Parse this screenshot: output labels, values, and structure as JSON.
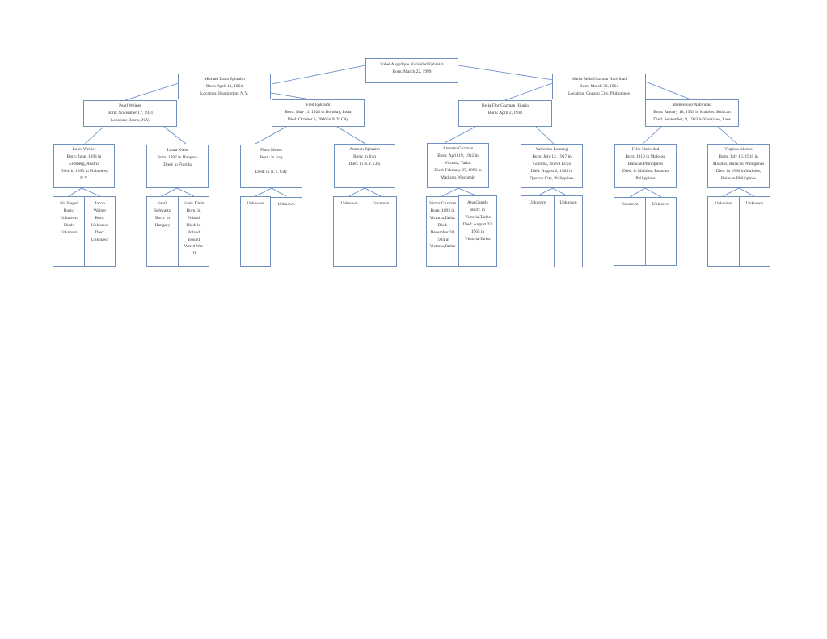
{
  "colors": {
    "box_border": "#6f8fbf",
    "connector": "#5b86c5",
    "text": "#333333"
  },
  "people": {
    "root": {
      "lines": [
        "Sobel Angelique Natividad Ephraim",
        "Born: March 22, 1999"
      ]
    },
    "father": {
      "lines": [
        "Michael Dana Ephraim",
        "Born: April 13, 1964",
        "Location: Huntington, N.Y."
      ]
    },
    "mother": {
      "lines": [
        "Maria Bella Guzman Natividad",
        "Born: March 30, 1964",
        "Location: Quezon City, Philippines"
      ]
    },
    "pearl": {
      "lines": [
        "Pearl Weiner",
        "Born:  November 17, 1931",
        "Location: Bronx, N.Y."
      ]
    },
    "fred": {
      "lines": [
        "Fred Ephraim",
        "Born: May 11, 1928 in Bombay, India",
        "Died: October 6, 2006 in N.Y. City"
      ]
    },
    "bella": {
      "lines": [
        "Bella Flor Guzman Hilario",
        "Born: April 2, 1938"
      ]
    },
    "bienvenido": {
      "lines": [
        "Bienvenido Natividad",
        "Born: January 18, 1939 in Malolos, Bulacan",
        "Died: September, 9, 1983 in Vientiane, Laos"
      ]
    },
    "louis": {
      "lines": [
        "Louis Weiner",
        "Born: June, 1893 in",
        "Lemberg, Austria",
        "Died:  in 1895 in     Plainview,",
        "N.Y."
      ]
    },
    "laura": {
      "lines": [
        "Laura Klein",
        "Born:  1897 in Hungary",
        "Died: in Florida"
      ]
    },
    "flora": {
      "lines": [
        "Flora Moses",
        "Born: in Iraq",
        "",
        "Died: in N.Y. City"
      ]
    },
    "aminun": {
      "lines": [
        "Aminun Ephraim",
        "Born: in Iraq",
        "Died: in N.Y. City"
      ]
    },
    "artemio": {
      "lines": [
        "Artemio Guzman",
        "Born: April 19, 1912 in",
        "Victoria, Tarlac",
        "Died: February 27, 1993 in",
        "Madison,Wisconsin"
      ]
    },
    "valentina": {
      "lines": [
        "Valentina Lomang",
        "Born: July 12, 1917 in",
        "Guimba, Nueva Ecija",
        "Died: August 2, 1982 in",
        "Quezon City, Philippines"
      ]
    },
    "felix": {
      "lines": [
        "Felix Natividad",
        "Born: 1910 in Malolos,",
        "Bulacan Philippines",
        "Died: in Malolos, Bulacan",
        "Philippines"
      ]
    },
    "virginia": {
      "lines": [
        "Virginia Alonzo",
        "Born: July 16, 1910 in",
        "Malolos, Bulacan Philippines",
        "Died: in 1990 in Malolos,",
        "Bulacan Philippines"
      ]
    },
    "ida": {
      "lines": [
        "Ida Siegel",
        "Born:",
        "Unknown",
        "Died:",
        "Unknown"
      ]
    },
    "jacob": {
      "lines": [
        "Jacob",
        "Weiner",
        "Born:",
        "Unknown",
        "Died:",
        "Unknown"
      ]
    },
    "sarah": {
      "lines": [
        "Sarah",
        "Schwartz",
        "Born: in",
        "Hungary"
      ]
    },
    "frank": {
      "lines": [
        "Frank Klein",
        "Born: in",
        "Poland",
        "Died: in",
        "Poland",
        "around",
        "World War",
        "III"
      ]
    },
    "u_flora_1": {
      "lines": [
        "Unknown"
      ]
    },
    "u_flora_2": {
      "lines": [
        "Unknown"
      ]
    },
    "u_aminun_1": {
      "lines": [
        "Unknown"
      ]
    },
    "u_aminun_2": {
      "lines": [
        "Unknown"
      ]
    },
    "victor": {
      "lines": [
        "Victor Guzman",
        "Born: 1893 in",
        "Victoria,Tarlac",
        "Died: December 28,",
        "1984 in",
        "Victoria,Tarlac"
      ]
    },
    "ana": {
      "lines": [
        "Ana Gangle",
        "Born: in",
        "Victoria,Tarlac",
        "Died: August 23,",
        "1965 in",
        "Victoria,Tarlac"
      ]
    },
    "u_val_1": {
      "lines": [
        "Unknown"
      ]
    },
    "u_val_2": {
      "lines": [
        "Unknown"
      ]
    },
    "u_felix_1": {
      "lines": [
        "Unknown"
      ]
    },
    "u_felix_2": {
      "lines": [
        "Unknown"
      ]
    },
    "u_virg_1": {
      "lines": [
        "Unknown"
      ]
    },
    "u_virg_2": {
      "lines": [
        "Unknown"
      ]
    }
  }
}
